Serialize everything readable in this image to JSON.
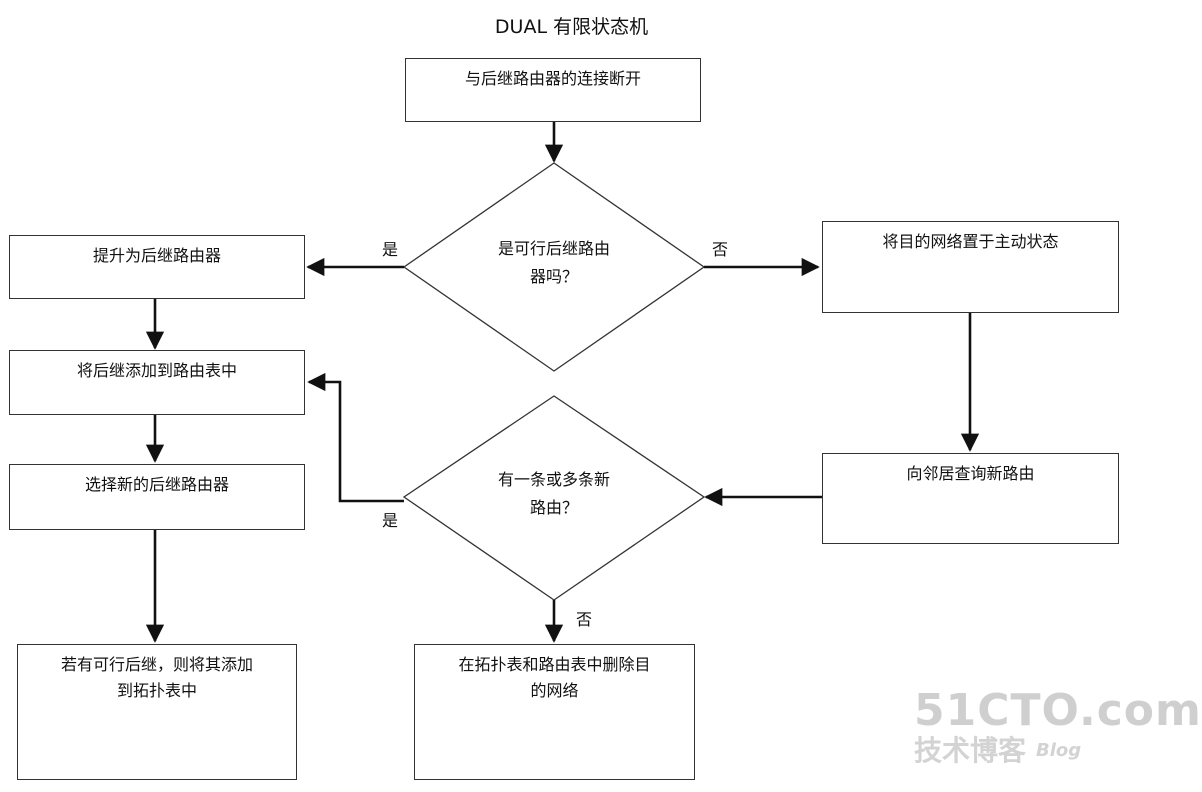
{
  "title": "DUAL 有限状态机",
  "nodes": {
    "start": {
      "line1": "与后继路由器的连接断开",
      "line2": ""
    },
    "feasible_decision": {
      "line1": "是可行后继路由",
      "line2": "器吗？"
    },
    "promote": {
      "line1": "提升为后继路由器",
      "line2": ""
    },
    "add_routing": {
      "line1": "将后继添加到路由表中",
      "line2": ""
    },
    "select_new": {
      "line1": "选择新的后继路由器",
      "line2": ""
    },
    "add_topology": {
      "line1": "若有可行后继，则将其添加",
      "line2": "到拓扑表中"
    },
    "set_active": {
      "line1": "将目的网络置于主动状态",
      "line2": ""
    },
    "query_neighbors": {
      "line1": "向邻居查询新路由",
      "line2": ""
    },
    "routes_decision": {
      "line1": "有一条或多条新",
      "line2": "路由？"
    },
    "delete": {
      "line1": "在拓扑表和路由表中删除目",
      "line2": "的网络"
    }
  },
  "edge_labels": {
    "feasible_yes": "是",
    "feasible_no": "否",
    "routes_yes": "是",
    "routes_no": "否"
  },
  "watermark": {
    "line1": "51CTO.com",
    "line2": "技术博客",
    "line3": "Blog"
  },
  "colors": {
    "stroke": "#333333",
    "arrow": "#111111",
    "watermark": "#cfcfcf"
  }
}
